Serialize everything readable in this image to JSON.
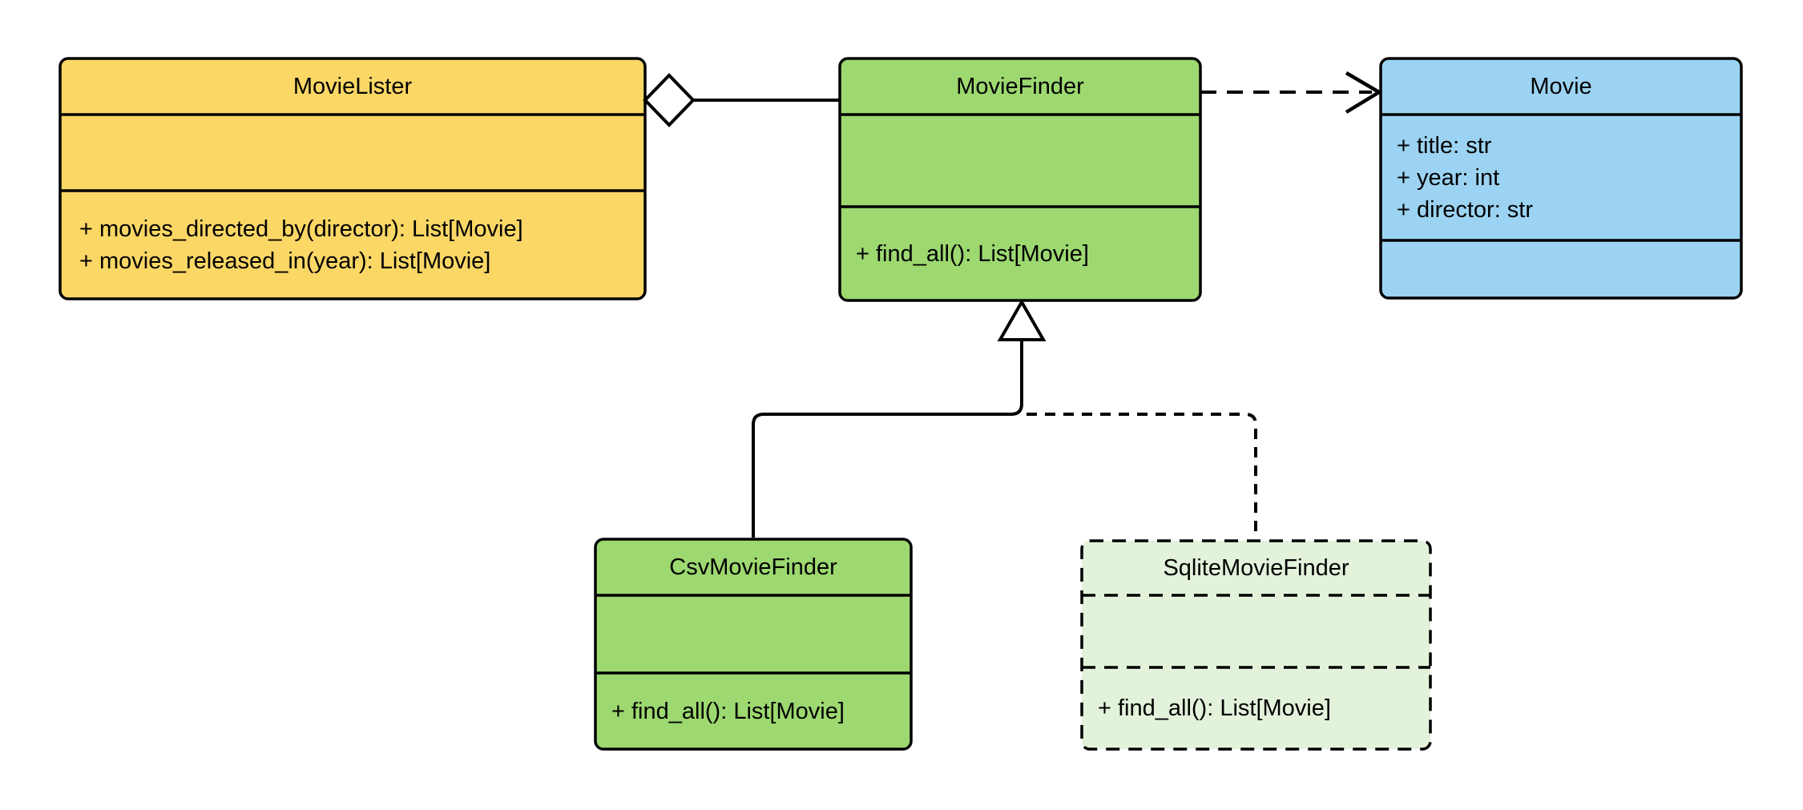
{
  "diagram": {
    "type": "uml-class-diagram",
    "colors": {
      "yellow": "#FBD765",
      "green": "#9DD870",
      "light_green": "#E3F2DB",
      "blue": "#9CD3F2",
      "line": "#000000",
      "marker_fill": "#FFFFFF",
      "background": "#FFFFFF"
    },
    "classes": [
      {
        "name": "MovieLister",
        "attributes": [],
        "methods": [
          "+ movies_directed_by(director): List[Movie]",
          "+ movies_released_in(year): List[Movie]"
        ]
      },
      {
        "name": "MovieFinder",
        "attributes": [],
        "methods": [
          "+ find_all(): List[Movie]"
        ]
      },
      {
        "name": "Movie",
        "attributes": [
          "+ title: str",
          "+ year: int",
          "+ director: str"
        ],
        "methods": []
      },
      {
        "name": "CsvMovieFinder",
        "attributes": [],
        "methods": [
          "+ find_all(): List[Movie]"
        ]
      },
      {
        "name": "SqliteMovieFinder",
        "attributes": [],
        "methods": [
          "+ find_all(): List[Movie]"
        ]
      }
    ],
    "relationships": [
      {
        "type": "aggregation",
        "from": "MovieLister",
        "to": "MovieFinder",
        "line": "solid",
        "marker": "hollow-diamond"
      },
      {
        "type": "dependency",
        "from": "MovieFinder",
        "to": "Movie",
        "line": "dashed",
        "marker": "open-arrow"
      },
      {
        "type": "generalization",
        "from": "CsvMovieFinder",
        "to": "MovieFinder",
        "line": "solid",
        "marker": "hollow-triangle"
      },
      {
        "type": "generalization",
        "from": "SqliteMovieFinder",
        "to": "MovieFinder",
        "line": "dashed",
        "marker": "hollow-triangle"
      }
    ]
  }
}
